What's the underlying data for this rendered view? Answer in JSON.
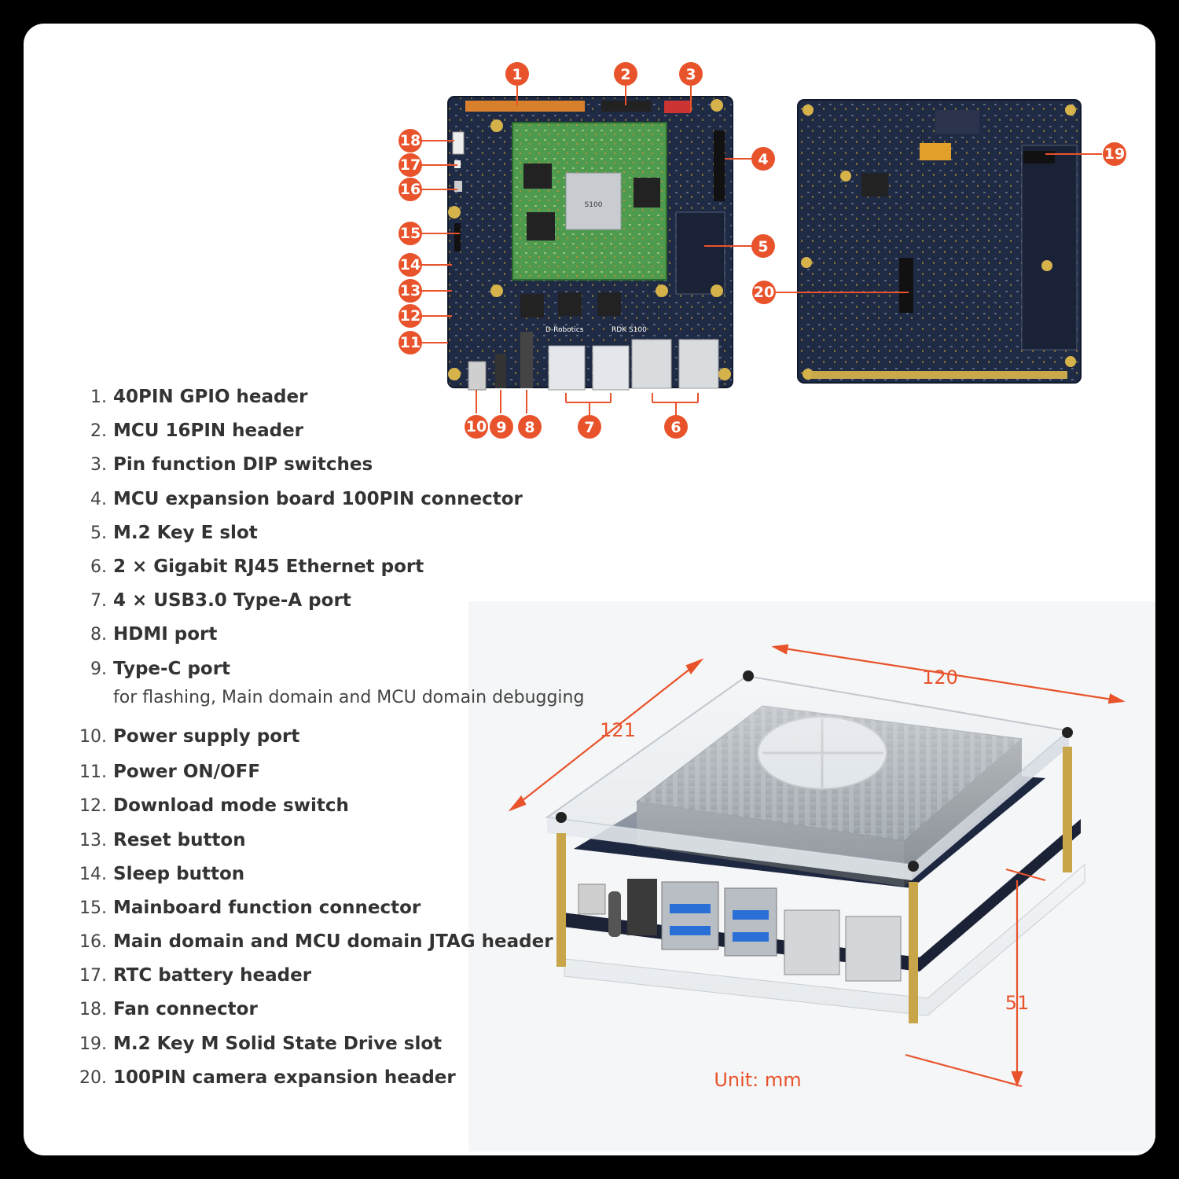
{
  "callouts": [
    {
      "num": "1",
      "label": "40PIN GPIO header"
    },
    {
      "num": "2",
      "label": "MCU 16PIN header"
    },
    {
      "num": "3",
      "label": "Pin function DIP switches"
    },
    {
      "num": "4",
      "label": "MCU expansion board 100PIN connector"
    },
    {
      "num": "5",
      "label": "M.2 Key E slot"
    },
    {
      "num": "6",
      "label": "2 × Gigabit RJ45 Ethernet port"
    },
    {
      "num": "7",
      "label": "4 × USB3.0 Type-A port"
    },
    {
      "num": "8",
      "label": "HDMI port"
    },
    {
      "num": "9",
      "label": "Type-C port",
      "note": "for flashing, Main domain and MCU domain debugging"
    },
    {
      "num": "10",
      "label": "Power supply port"
    },
    {
      "num": "11",
      "label": "Power ON/OFF"
    },
    {
      "num": "12",
      "label": "Download mode switch"
    },
    {
      "num": "13",
      "label": "Reset button"
    },
    {
      "num": "14",
      "label": "Sleep button"
    },
    {
      "num": "15",
      "label": "Mainboard function connector"
    },
    {
      "num": "16",
      "label": "Main domain and MCU domain JTAG header"
    },
    {
      "num": "17",
      "label": "RTC battery header"
    },
    {
      "num": "18",
      "label": "Fan connector"
    },
    {
      "num": "19",
      "label": "M.2 Key M Solid State Drive slot"
    },
    {
      "num": "20",
      "label": "100PIN camera expansion header"
    }
  ],
  "list_markers": [
    "1.",
    "2.",
    "3.",
    "4.",
    "5.",
    "6.",
    "7.",
    "8.",
    "9.",
    "10.",
    "11.",
    "12.",
    "13.",
    "14.",
    "15.",
    "16.",
    "17.",
    "18.",
    "19.",
    "20."
  ],
  "board_text": {
    "brand": "D-Robotics",
    "model": "RDK S100",
    "chip": "S100"
  },
  "dimensions": {
    "length": "120",
    "width": "121",
    "height": "51",
    "unit": "Unit: mm"
  },
  "colors": {
    "accent": "#e8532b",
    "pcb": "#1f2a44",
    "som": "#4e9a4e",
    "background": "#000000",
    "card": "#ffffff"
  }
}
